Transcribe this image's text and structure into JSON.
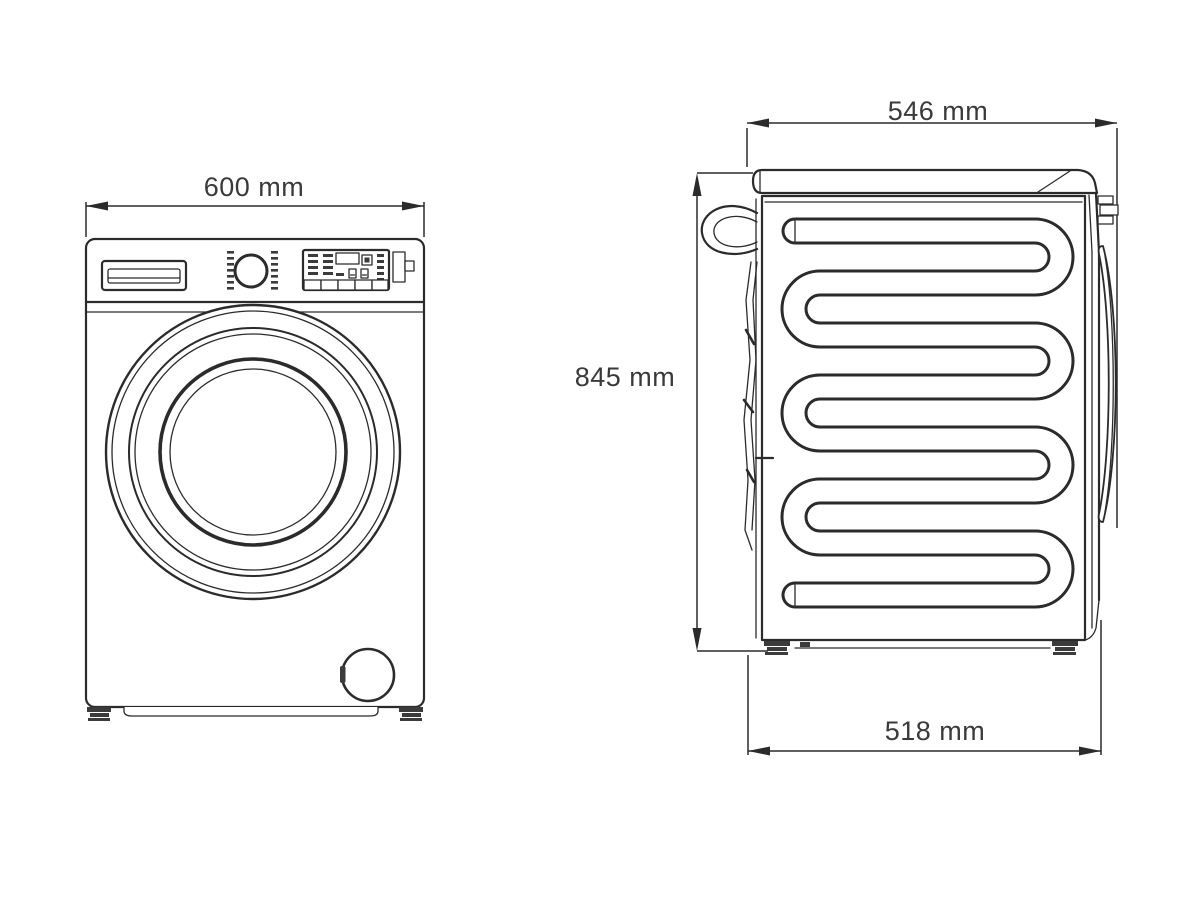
{
  "diagram": {
    "type": "technical-dimension-drawing",
    "subject": "front-loading washing machine, front and side elevation views",
    "colors": {
      "background": "#ffffff",
      "line": "#2b2b2b",
      "text": "#3a3a3a"
    },
    "front_view": {
      "width_label": "600 mm"
    },
    "side_view": {
      "depth_top_label": "546 mm",
      "height_label": "845 mm",
      "depth_bottom_label": "518 mm"
    }
  }
}
